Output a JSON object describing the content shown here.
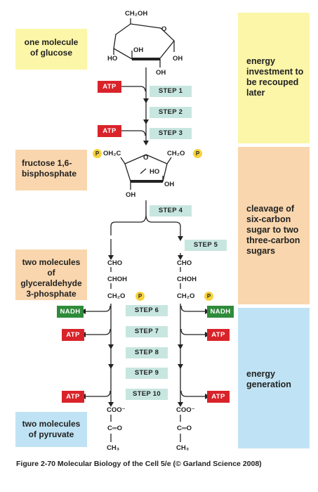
{
  "right_labels": {
    "investment": "energy investment to be recouped later",
    "cleavage": "cleavage of six-carbon sugar to two three-carbon sugars",
    "generation": "energy generation"
  },
  "left_labels": {
    "glucose": "one molecule of glucose",
    "fructose": "fructose 1,6-bisphosphate",
    "g3p": "two molecules of glyceraldehyde 3-phosphate",
    "pyruvate": "two molecules of pyruvate"
  },
  "steps": {
    "s1": "STEP 1",
    "s2": "STEP 2",
    "s3": "STEP 3",
    "s4": "STEP 4",
    "s5": "STEP 5",
    "s6": "STEP 6",
    "s7": "STEP 7",
    "s8": "STEP 8",
    "s9": "STEP 9",
    "s10": "STEP 10"
  },
  "tags": {
    "atp": "ATP",
    "nadh": "NADH",
    "p": "P"
  },
  "chem": {
    "ch2oh": "CH₂OH",
    "ho": "HO",
    "oh": "OH",
    "o": "O",
    "oh2c": "OH₂C",
    "ch2o": "CH₂O",
    "cho": "CHO",
    "choh": "CHOH",
    "coo": "COO⁻",
    "c_double_o": "C═O",
    "ch3": "CH₃"
  },
  "caption": "Figure 2-70 Molecular Biology of the Cell 5/e (© Garland Science 2008)",
  "colors": {
    "investment_bg": "#fbf6a8",
    "cleavage_bg": "#f9d6ad",
    "generation_bg": "#bfe3f4",
    "step_bg": "#c7e6df",
    "atp": "#d9232a",
    "nadh": "#2e8b3a",
    "phosphate": "#f6d23a"
  }
}
